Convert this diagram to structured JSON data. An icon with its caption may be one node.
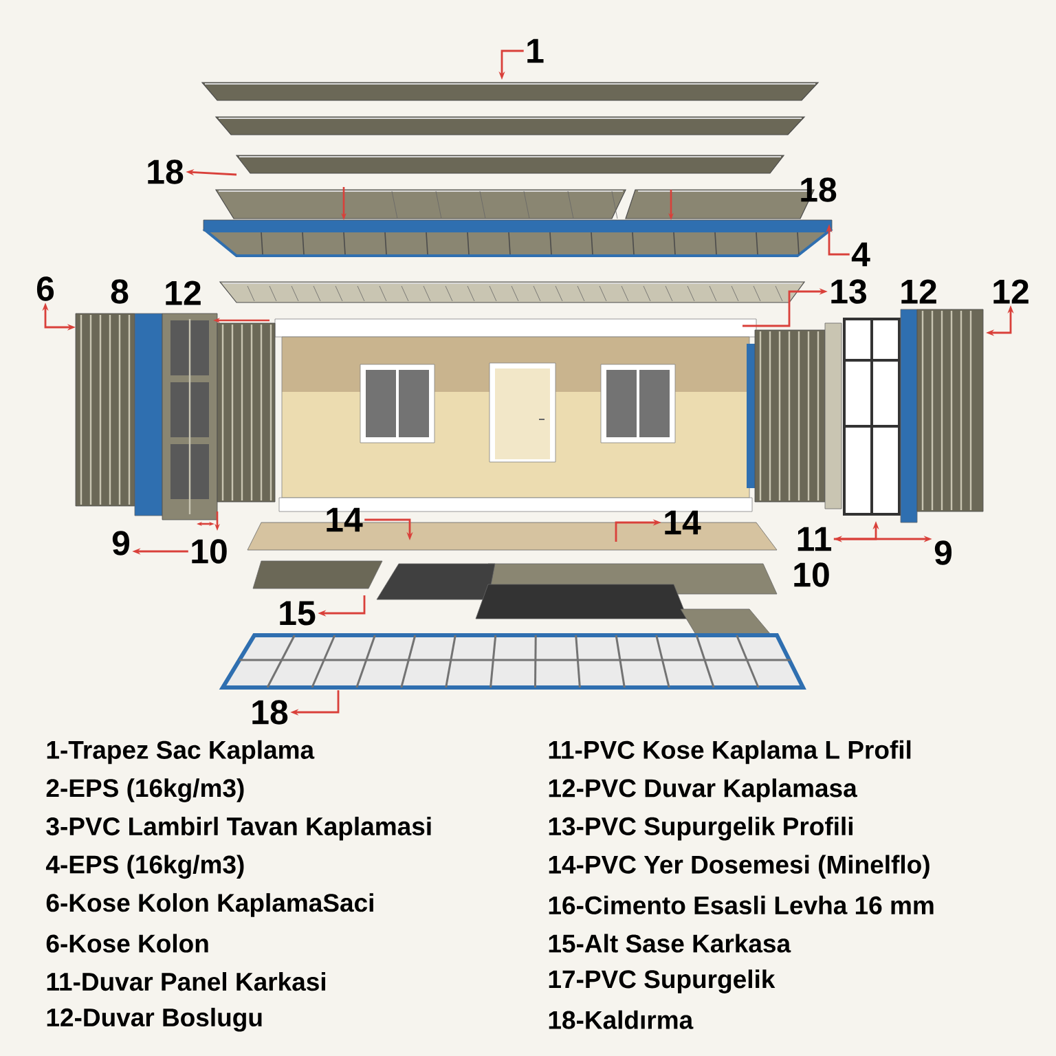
{
  "diagram": {
    "nodes": [
      {
        "text": [
          "1"
        ]
      },
      {
        "text": [
          "18"
        ]
      },
      {
        "text": [
          "4"
        ]
      },
      {
        "text": [
          "6"
        ]
      },
      {
        "text": [
          "13"
        ]
      },
      {
        "text": [
          "12"
        ]
      },
      {
        "text": [
          "14"
        ]
      },
      {
        "text": [
          "14"
        ]
      },
      {
        "text": [
          "11"
        ]
      },
      {
        "text": [
          "9"
        ]
      },
      {
        "text": [
          "10"
        ]
      },
      {
        "text": [
          "9"
        ]
      },
      {
        "text": [
          "15"
        ]
      },
      {
        "text": [
          "18"
        ]
      }
    ],
    "edges": [
      {
        "from": 0,
        "to": null,
        "arrow": "to"
      },
      {
        "from": null,
        "to": 1,
        "arrow": "to"
      },
      {
        "from": 2,
        "to": null,
        "arrow": "to"
      },
      {
        "from": 3,
        "to": null,
        "arrow": "both"
      },
      {
        "from": null,
        "to": 4,
        "arrow": "to"
      },
      {
        "from": 5,
        "to": null,
        "arrow": "both"
      },
      {
        "from": 6,
        "to": null,
        "arrow": "to"
      },
      {
        "from": null,
        "to": 7,
        "arrow": "to"
      },
      {
        "from": 8,
        "to": 11,
        "arrow": "both"
      },
      {
        "from": 8,
        "to": null,
        "arrow": "to"
      },
      {
        "from": 10,
        "to": 9,
        "arrow": "to"
      },
      {
        "from": null,
        "to": 12,
        "arrow": "to"
      },
      {
        "from": null,
        "to": 13,
        "arrow": "to"
      }
    ],
    "labels": [
      "8",
      "12",
      "18",
      "12",
      "10",
      "1-Trapez Sac Kaplama",
      "2-EPS (16kg/m3)",
      "3-PVC Lambirl Tavan Kaplamasi",
      "4-EPS (16kg/m3)",
      "6-Kose Kolon KaplamaSaci",
      "6-Kose Kolon",
      "11-Duvar Panel Karkasi",
      "12-Duvar Boslugu",
      "11-PVC Kose Kaplama L Profil",
      "12-PVC Duvar Kaplamasa",
      "13-PVC Supurgelik Profili",
      "14-PVC Yer Dosemesi (Minelflo)",
      "16-Cimento Esasli Levha 16 mm",
      "15-Alt Sase Karkasa",
      "17-PVC Supurgelik",
      "18-Kaldırma"
    ]
  }
}
